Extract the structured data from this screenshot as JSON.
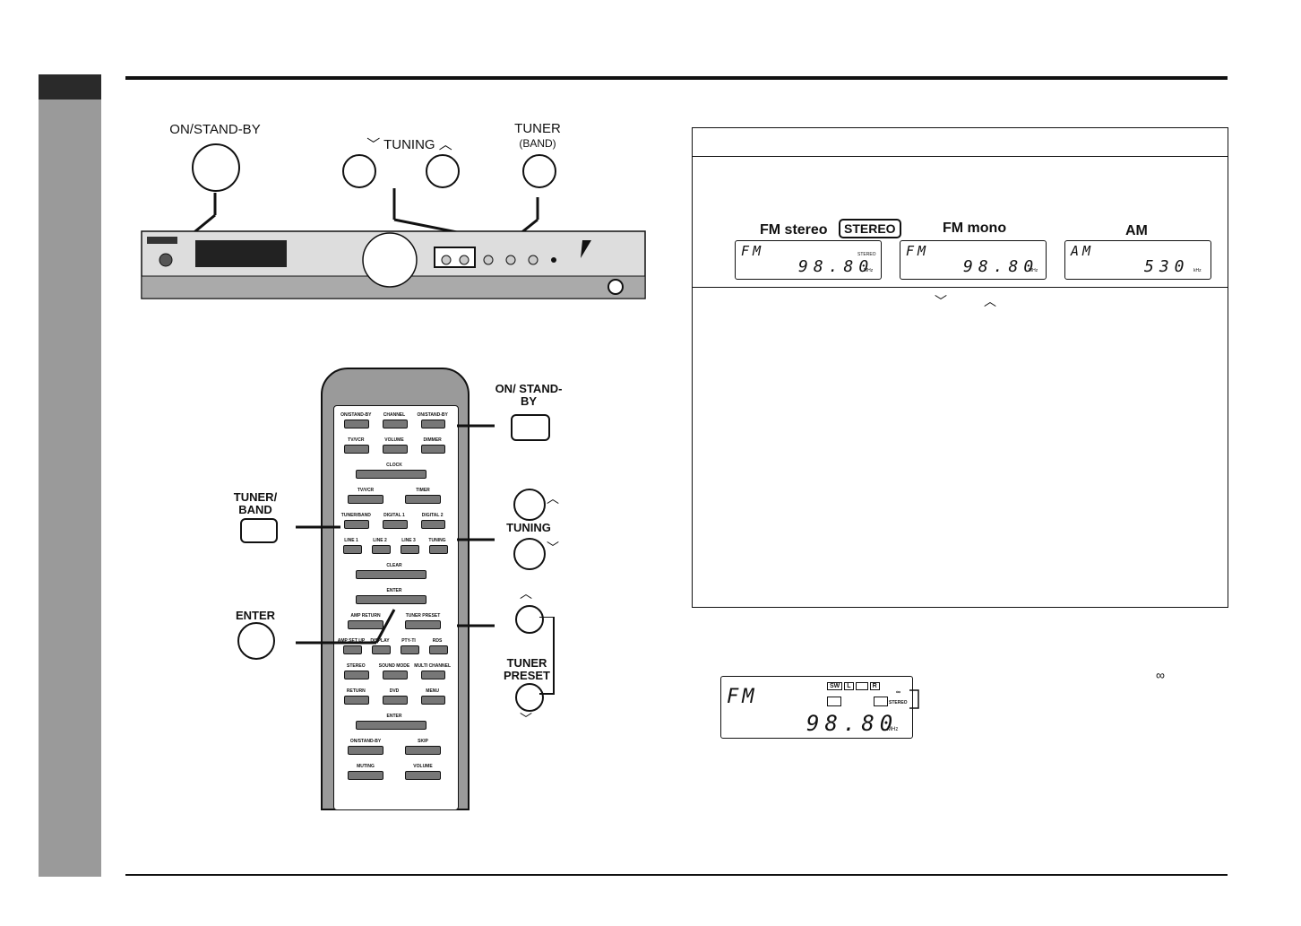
{
  "unit_labels": {
    "on_standby": "ON/STAND-BY",
    "tuning": "TUNING",
    "tuner": "TUNER",
    "band": "(BAND)"
  },
  "remote_labels": {
    "on_standby": "ON/\nSTAND-BY",
    "tuner_band": "TUNER/\nBAND",
    "tuning": "TUNING",
    "enter": "ENTER",
    "tuner_preset": "TUNER\nPRESET"
  },
  "displays": {
    "fm_stereo": {
      "label": "FM stereo",
      "badge": "STEREO",
      "mode": "FM",
      "freq": "98.80",
      "unit": "MHz",
      "indicator": "STEREO"
    },
    "fm_mono": {
      "label": "FM mono",
      "mode": "FM",
      "freq": "98.80",
      "unit": "MHz"
    },
    "am": {
      "label": "AM",
      "mode": "AM",
      "freq": "530",
      "unit": "kHz"
    }
  },
  "bottom_display": {
    "mode": "FM",
    "freq": "98.80",
    "unit": "MHz",
    "tags": [
      "SW",
      "L",
      "",
      "R"
    ],
    "indicator_top": "∞",
    "indicator_bottom": "STEREO"
  },
  "remote": {
    "rows": [
      [
        "ON/STAND-BY",
        "CHANNEL",
        "ON/STAND-BY"
      ],
      [
        "TV/VCR",
        "VOLUME",
        "DIMMER"
      ],
      [
        "CLOCK"
      ],
      [
        "TV/VCR",
        "TIMER"
      ],
      [
        "TUNER/BAND",
        "DIGITAL 1",
        "DIGITAL 2"
      ],
      [
        "LINE 1",
        "LINE 2",
        "LINE 3",
        "TUNING"
      ],
      [
        "CLEAR"
      ],
      [
        "ENTER"
      ],
      [
        "AMP RETURN",
        "TUNER PRESET"
      ],
      [
        "AMP SET UP",
        "DISPLAY",
        "PTY-TI",
        "RDS"
      ],
      [
        "STEREO",
        "SOUND MODE",
        "MULTI CHANNEL"
      ],
      [
        "RETURN",
        "DVD",
        "MENU"
      ],
      [
        "ENTER"
      ],
      [
        "ON/STAND-BY",
        "SKIP"
      ],
      [
        "MUTING",
        "VOLUME"
      ]
    ]
  }
}
